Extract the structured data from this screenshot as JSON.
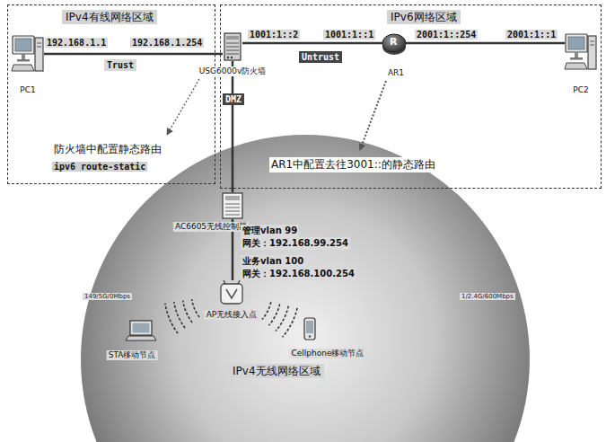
{
  "diagram": {
    "nodes": [
      {
        "text": [
          "IPv4有线网络区域"
        ]
      },
      {
        "text": [
          "PC1"
        ],
        "in": 0
      },
      {
        "text": [
          "USG6000v防火墙"
        ]
      },
      {
        "text": [
          "IPv6网络区域"
        ]
      },
      {
        "text": [
          "AR1"
        ],
        "in": 3
      },
      {
        "text": [
          "PC2"
        ],
        "in": 3
      },
      {
        "text": [
          "IPv4无线网络区域"
        ]
      },
      {
        "text": [
          "AC6605无线控制器"
        ],
        "in": 6
      },
      {
        "text": [
          "AP无线接入点"
        ],
        "in": 6
      },
      {
        "text": [
          "STA移动节点"
        ],
        "in": 6
      },
      {
        "text": [
          "Cellphone移动节点"
        ],
        "in": 6
      }
    ],
    "edges": [
      {
        "from": 1,
        "to": 2,
        "arrow": "none",
        "label": "Trust"
      },
      {
        "from": 2,
        "to": 4,
        "arrow": "none",
        "label": "Untrust"
      },
      {
        "from": 4,
        "to": 5,
        "arrow": "none"
      },
      {
        "from": 2,
        "to": 7,
        "arrow": "none",
        "label": "DMZ"
      },
      {
        "from": 7,
        "to": 8,
        "arrow": "none"
      }
    ],
    "labels": [
      "192.168.1.1",
      "192.168.1.254",
      "1001:1::2",
      "1001:1::1",
      "2001:1::254",
      "2001:1::1",
      "R",
      "防火墙中配置静态路由",
      "ipv6 route-static",
      "AR1中配置去往3001::的静态路由",
      "管理vlan 99",
      "网关：192.168.99.254",
      "业务vlan 100",
      "网关：192.168.100.254",
      "149/5G/0Mbps",
      "1/2.4G/600Mbps"
    ]
  }
}
